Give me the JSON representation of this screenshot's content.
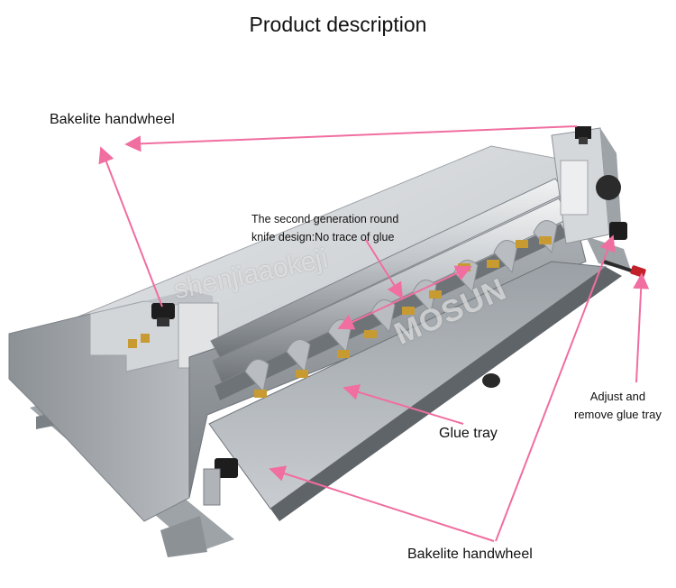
{
  "title": "Product description",
  "labels": {
    "handwheel_top": "Bakelite handwheel",
    "knife_line1": "The second generation round",
    "knife_line2": "knife design:No trace of glue",
    "adjust_line1": "Adjust and",
    "adjust_line2": "remove glue tray",
    "glue_tray": "Glue tray",
    "handwheel_bottom": "Bakelite handwheel"
  },
  "watermarks": {
    "seller": "shenjiaaokeji",
    "brand": "MOSUN"
  },
  "colors": {
    "arrow": "#f06ea0",
    "metal_light": "#d9dcdf",
    "metal_dark": "#8e9398",
    "gold": "#c79a32",
    "knob": "#1d1d1d",
    "handle_red": "#c4202a"
  }
}
